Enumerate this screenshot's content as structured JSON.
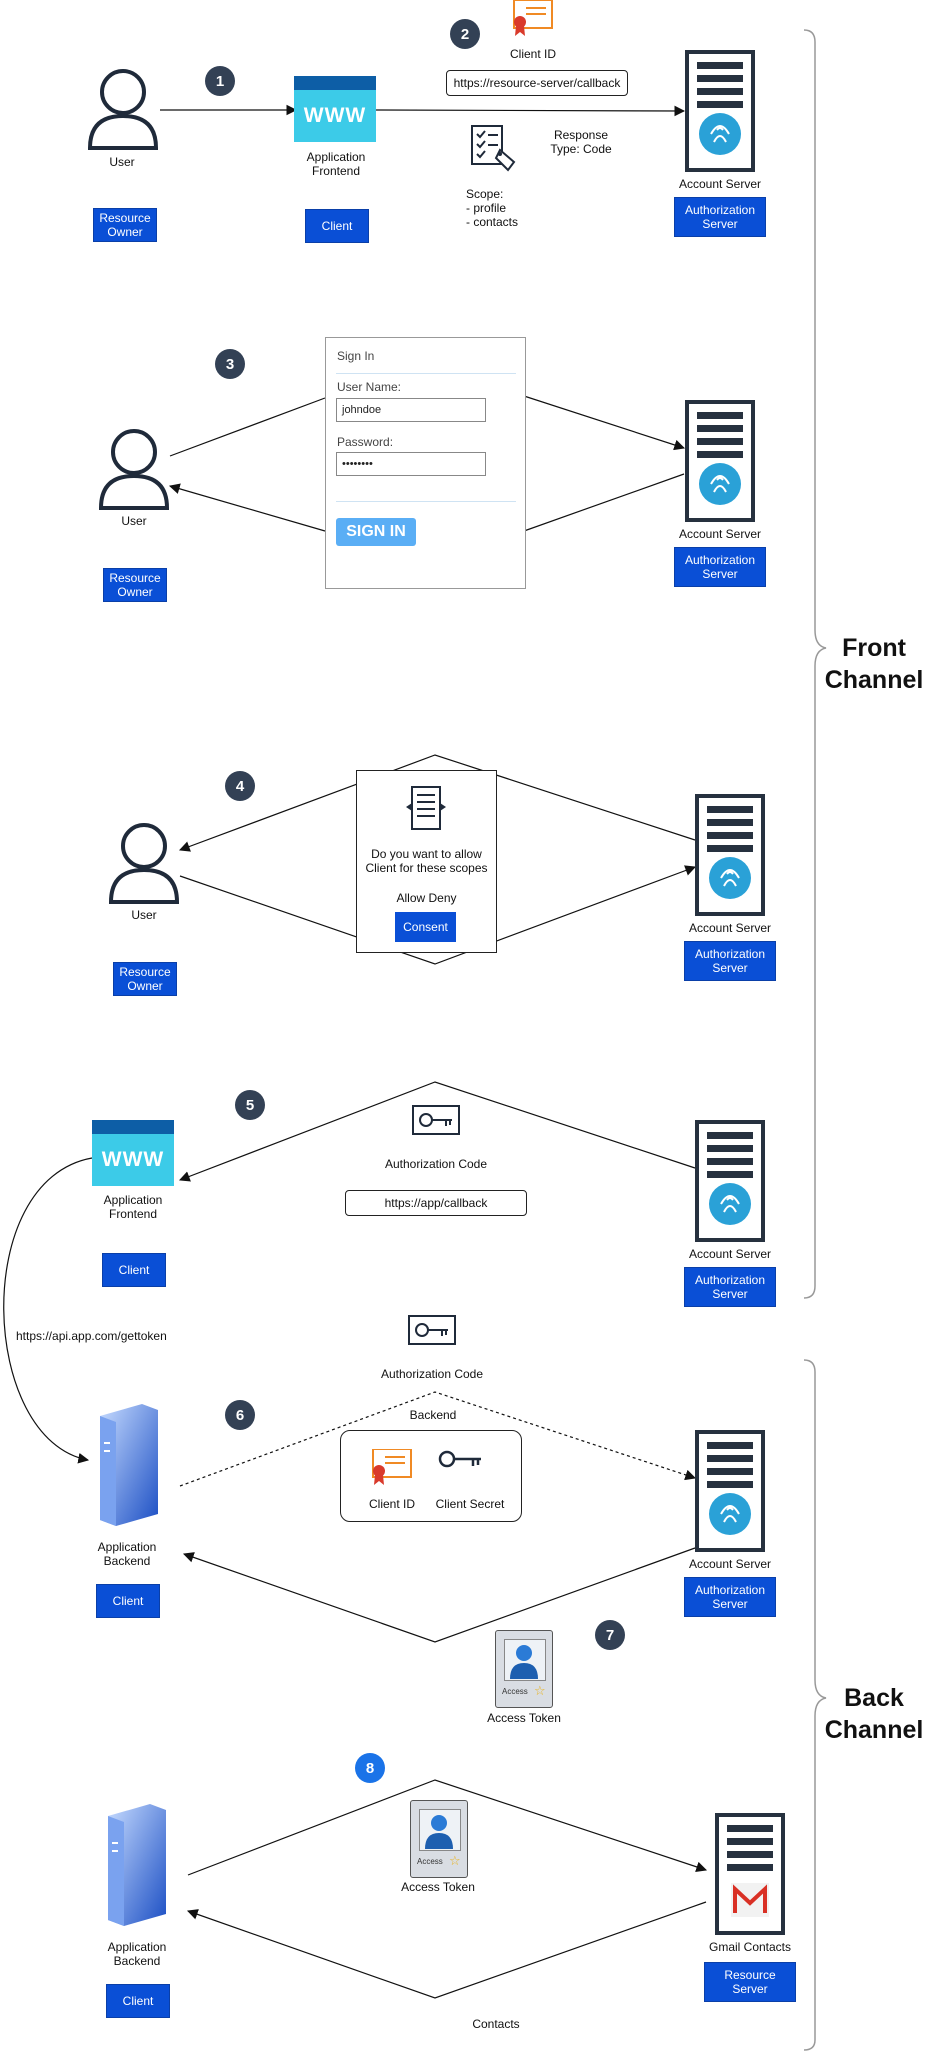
{
  "channels": {
    "front": "Front Channel",
    "back": "Back Channel"
  },
  "colors": {
    "tag_blue": "#0a4fd6",
    "step_dark": "#334155",
    "step_blue": "#1a73e8",
    "www_blue": "#3ccbe8",
    "server_dark": "#26313f",
    "fingerprint": "#2aa1d7"
  },
  "step1": {
    "number": "1",
    "number2": "2",
    "user_label": "User",
    "user_role": "Resource Owner",
    "app_label": "Application Frontend",
    "app_role": "Client",
    "www": "WWW",
    "client_id": "Client ID",
    "redirect": "https://resource-server/callback",
    "response_type": "Response Type: Code",
    "scope_title": "Scope:",
    "scope_items": "- profile\n- contacts",
    "server_label": "Account Server",
    "server_role": "Authorization Server"
  },
  "step3": {
    "number": "3",
    "user_label": "User",
    "user_role": "Resource Owner",
    "signin_title": "Sign In",
    "username_label": "User Name:",
    "username_value": "johndoe",
    "password_label": "Password:",
    "password_value": "••••••••",
    "signin_button": "SIGN IN",
    "server_label": "Account Server",
    "server_role": "Authorization Server"
  },
  "step4": {
    "number": "4",
    "user_label": "User",
    "user_role": "Resource Owner",
    "question": "Do you want to allow Client for these scopes",
    "allow_deny": "Allow Deny",
    "consent_button": "Consent",
    "server_label": "Account Server",
    "server_role": "Authorization Server"
  },
  "step5": {
    "number": "5",
    "app_label": "Application Frontend",
    "app_role": "Client",
    "www": "WWW",
    "auth_code": "Authorization Code",
    "callback": "https://app/callback",
    "server_label": "Account Server",
    "server_role": "Authorization Server",
    "gettoken": "https://api.app.com/gettoken"
  },
  "step6": {
    "number": "6",
    "auth_code": "Authorization Code",
    "backend_title": "Backend",
    "client_id": "Client ID",
    "client_secret": "Client Secret",
    "app_label": "Application Backend",
    "app_role": "Client",
    "server_label": "Account Server",
    "server_role": "Authorization Server"
  },
  "step7": {
    "number": "7",
    "token_label": "Access Token",
    "badge_text": "Access"
  },
  "step8": {
    "number": "8",
    "token_label": "Access Token",
    "badge_text": "Access",
    "app_label": "Application Backend",
    "app_role": "Client",
    "server_label": "Gmail Contacts",
    "server_role": "Resource Server",
    "contacts": "Contacts"
  }
}
